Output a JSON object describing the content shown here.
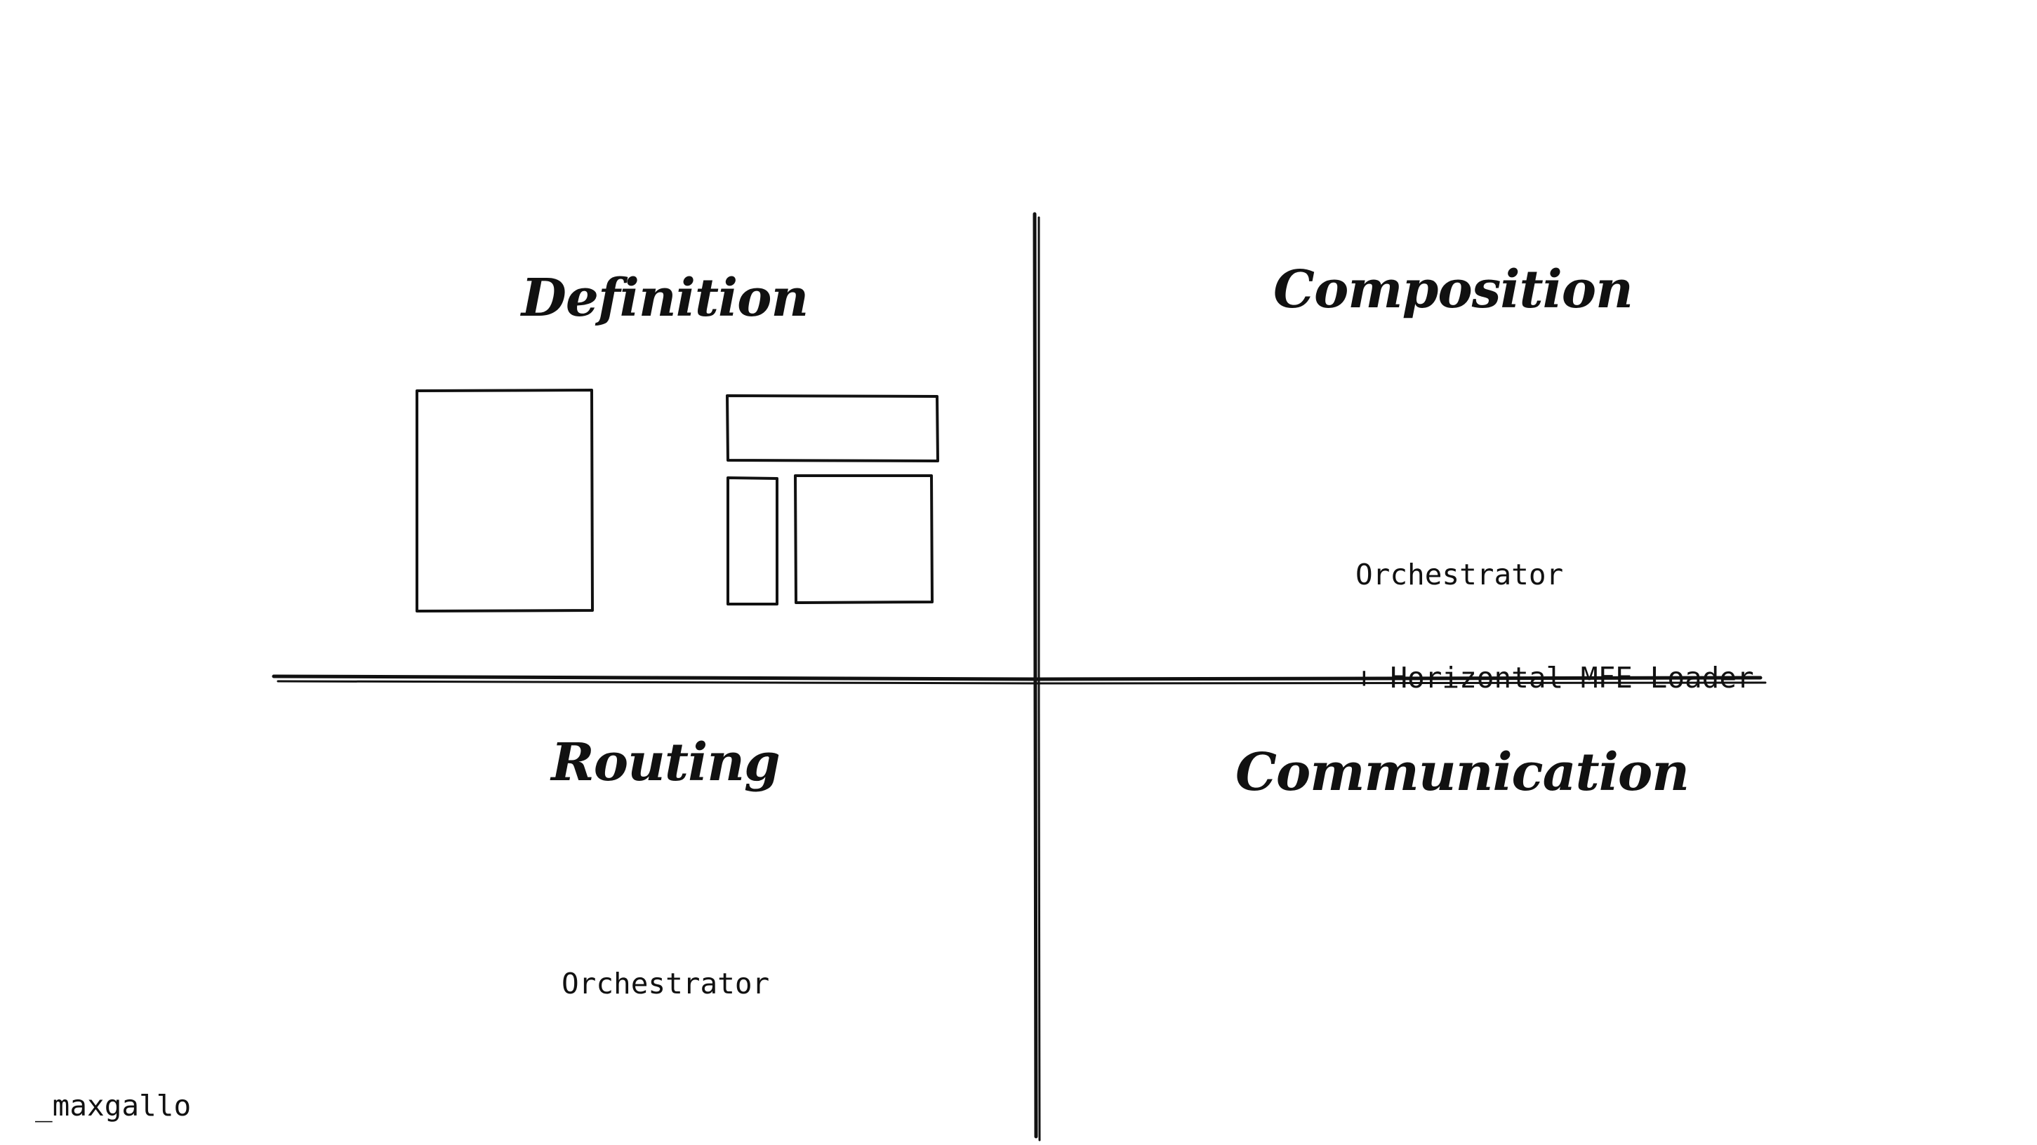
{
  "quadrants": {
    "top_left": {
      "title": "Definition"
    },
    "top_right": {
      "title": "Composition",
      "note_line1": "Orchestrator",
      "note_line2": "+ Horizontal MFE Loader"
    },
    "bottom_left": {
      "title": "Routing",
      "note": "Orchestrator"
    },
    "bottom_right": {
      "title": "Communication"
    }
  },
  "watermark": "_maxgallo",
  "colors": {
    "ink": "#111111",
    "background": "#ffffff"
  }
}
